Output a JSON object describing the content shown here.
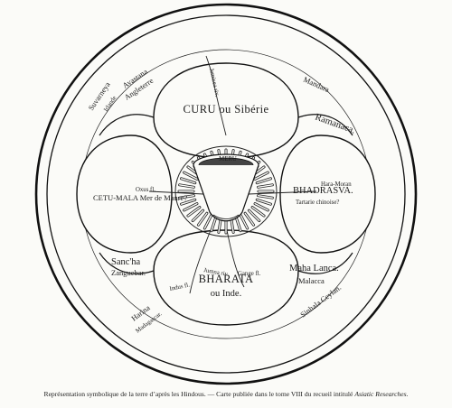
{
  "regions": {
    "north": "CURU ou Sibérie",
    "west": "CETU-MALA Mer de Maure?",
    "east": "BHADRASVA.",
    "east_sub": "Tartarie chinoise?",
    "south": "BHARATA",
    "south_sub": "ou Inde."
  },
  "peripheral": {
    "avastana": "Avastana",
    "angleterre": "Angleterre",
    "suvarneya": "Suvarneya",
    "suvarneya_sub": "Irlande",
    "mandara": "Mandara",
    "ramanaca": "Ramanaca.",
    "sancha": "Sanc'ha",
    "sancha_sub": "Zanguebar.",
    "harina": "Harina",
    "harina_sub": "Madagascar.",
    "maha_lanca": "Maha Lanca.",
    "malacca": "Malacca",
    "sinhala": "Sinhala Ceylan."
  },
  "rivers": {
    "jemisea": "Jemisea riv.",
    "oxus": "Oxus fl.",
    "hara_moran": "Hara-Moran",
    "indus": "Indus fl.",
    "jumna": "Jumna riv.",
    "gange": "Gange fl."
  },
  "center": {
    "meru": "MERU"
  },
  "caption": {
    "text": "Représentation symbolique de la terre d’après les Hindous. — Carte publiée dans le tome VIII du recueil intitulé ",
    "italic": "Asiatic Researches."
  }
}
